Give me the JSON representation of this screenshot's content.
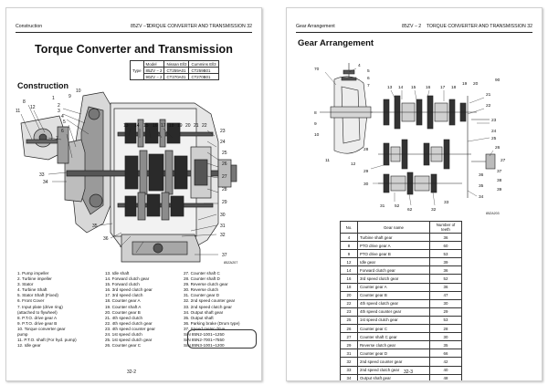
{
  "left": {
    "header": {
      "section": "Construction",
      "model": "85ZV − 2",
      "chapter": "TORQUE CONVERTER AND TRANSMISSION 32"
    },
    "title": "Torque Converter and Transmission",
    "model_table": {
      "head": [
        "Model",
        "Nissan Ell3",
        "Cummins Ell3"
      ],
      "type_label": "Type",
      "rows": [
        [
          "85ZV − 2",
          "CT259A01",
          "CT259B01"
        ],
        [
          "90ZV − 2",
          "CT270A01",
          "CT270B01"
        ]
      ]
    },
    "section_title": "Construction",
    "figure_code": "85ZA207",
    "callouts": {
      "t1": "1",
      "t2": "2",
      "t3": "3",
      "t4": "4",
      "t5": "5",
      "t6": "6",
      "t7": "7",
      "t8": "8",
      "t9": "9",
      "t10": "10",
      "t11": "11",
      "t12": "12",
      "t13": "13",
      "t14": "14",
      "t15": "15",
      "t16": "16",
      "t17": "17",
      "t18": "18",
      "t19": "19",
      "t20": "20",
      "t21": "21",
      "t22": "22",
      "t23": "23",
      "t24": "24",
      "t25": "25",
      "t26": "26",
      "t27": "27",
      "t28": "28",
      "t29": "29",
      "t30": "30",
      "t31": "31",
      "t32": "32",
      "t33": "33",
      "t34": "34",
      "t35": "35",
      "t36": "36",
      "t37": "37"
    },
    "parts_col1": [
      "1.   Pump impeller",
      "2.   Turbine impeller",
      "3.   Stator",
      "4.   Turbine Shaft",
      "5.   Stator Shaft (Fixed)",
      "6.   Front Cover",
      "7.   Input plate (drive ring)",
      "      (attached to flywheel)",
      "8.   P.T.O. drive gear A",
      "9.   P.T.O. drive gear B",
      "10.   Torque   converter   gear",
      "       pump",
      "11.   P.T.O. shaft (For hyd. pump)",
      "12.   Idle gear"
    ],
    "parts_col2": [
      "13.   Idle shaft",
      "14.   Forward clutch gear",
      "15.   Forward clutch",
      "16.   3rd speed clutch gear",
      "17.   3rd speed clutch",
      "18.   Counter gear A",
      "19.   Counter shaft A",
      "20.   Counter gear B",
      "21.   4th speed clutch",
      "22.   4th speed clutch gear",
      "23.   4th speed counter gear",
      "24.   1st speed clutch",
      "25.   1st speed clutch gear",
      "26.   Counter gear C"
    ],
    "parts_col3": [
      "27.   Counter shaft C",
      "28.   Counter shaft D",
      "29.   Reverse clutch gear",
      "30.   Reverse clutch",
      "31.   Counter gear D",
      "32.   2nd speed counter gear",
      "33.   2nd speed clutch gear",
      "34.   Output shaft gear",
      "35.   Output shaft",
      "36.   Parking brake (Drum type)",
      "37.   Speed meter drive",
      "        S/N 85N2-1001~1250",
      "        S/N 85N2-7001~7550",
      "        S/N 85N3-1001~1200"
    ],
    "page_no": "32-2"
  },
  "right": {
    "header": {
      "section": "Gear Arrangement",
      "model": "85ZV − 2",
      "chapter": "TORQUE CONVERTER AND TRANSMISSION 32"
    },
    "section_title": "Gear Arrangement",
    "figure_code": "85ZA203",
    "callouts": {
      "g70": "70",
      "g4": "4",
      "g5": "5",
      "g6": "6",
      "g7": "7",
      "g8": "8",
      "g9": "9",
      "g10": "10",
      "g11": "11",
      "g12": "12",
      "g13": "13",
      "g14": "14",
      "g15": "15",
      "g16": "16",
      "g17": "17",
      "g18": "18",
      "g19": "19",
      "g20": "20",
      "g21": "21",
      "g22": "22",
      "g23": "23",
      "g24": "24",
      "g25": "25",
      "g26": "26",
      "g27": "27",
      "g28": "28",
      "g29": "29",
      "g30": "30",
      "g31": "31",
      "g32": "32",
      "g33": "33",
      "g34": "34",
      "g35": "35",
      "g36": "36",
      "g37": "37",
      "g38": "38",
      "g39": "39",
      "g52": "52",
      "g62": "62",
      "g90": "90"
    },
    "gear_table": {
      "head": [
        "No.",
        "Gear name",
        "Number of teeth"
      ],
      "rows": [
        [
          "4",
          "Turbine shaft gear",
          "36"
        ],
        [
          "8",
          "PTO drive gear A",
          "60"
        ],
        [
          "9",
          "PTO drive gear B",
          "53"
        ],
        [
          "12",
          "Idle gear",
          "39"
        ],
        [
          "14",
          "Forward clutch gear",
          "36"
        ],
        [
          "16",
          "3rd speed clutch gear",
          "52"
        ],
        [
          "18",
          "Counter gear A",
          "36"
        ],
        [
          "20",
          "Counter gear B",
          "47"
        ],
        [
          "22",
          "4th speed clutch gear",
          "30"
        ],
        [
          "23",
          "4th speed counter gear",
          "29"
        ],
        [
          "25",
          "1st speed clutch gear",
          "53"
        ],
        [
          "26",
          "Counter gear C",
          "28"
        ],
        [
          "27",
          "Counter shaft C gear",
          "30"
        ],
        [
          "29",
          "Reverse clutch gear",
          "35"
        ],
        [
          "31",
          "Counter gear D",
          "66"
        ],
        [
          "32",
          "2nd speed counter gear",
          "42"
        ],
        [
          "33",
          "2nd speed clutch gear",
          "40"
        ],
        [
          "34",
          "Output shaft gear",
          "48"
        ]
      ]
    },
    "page_no": "32-3"
  }
}
